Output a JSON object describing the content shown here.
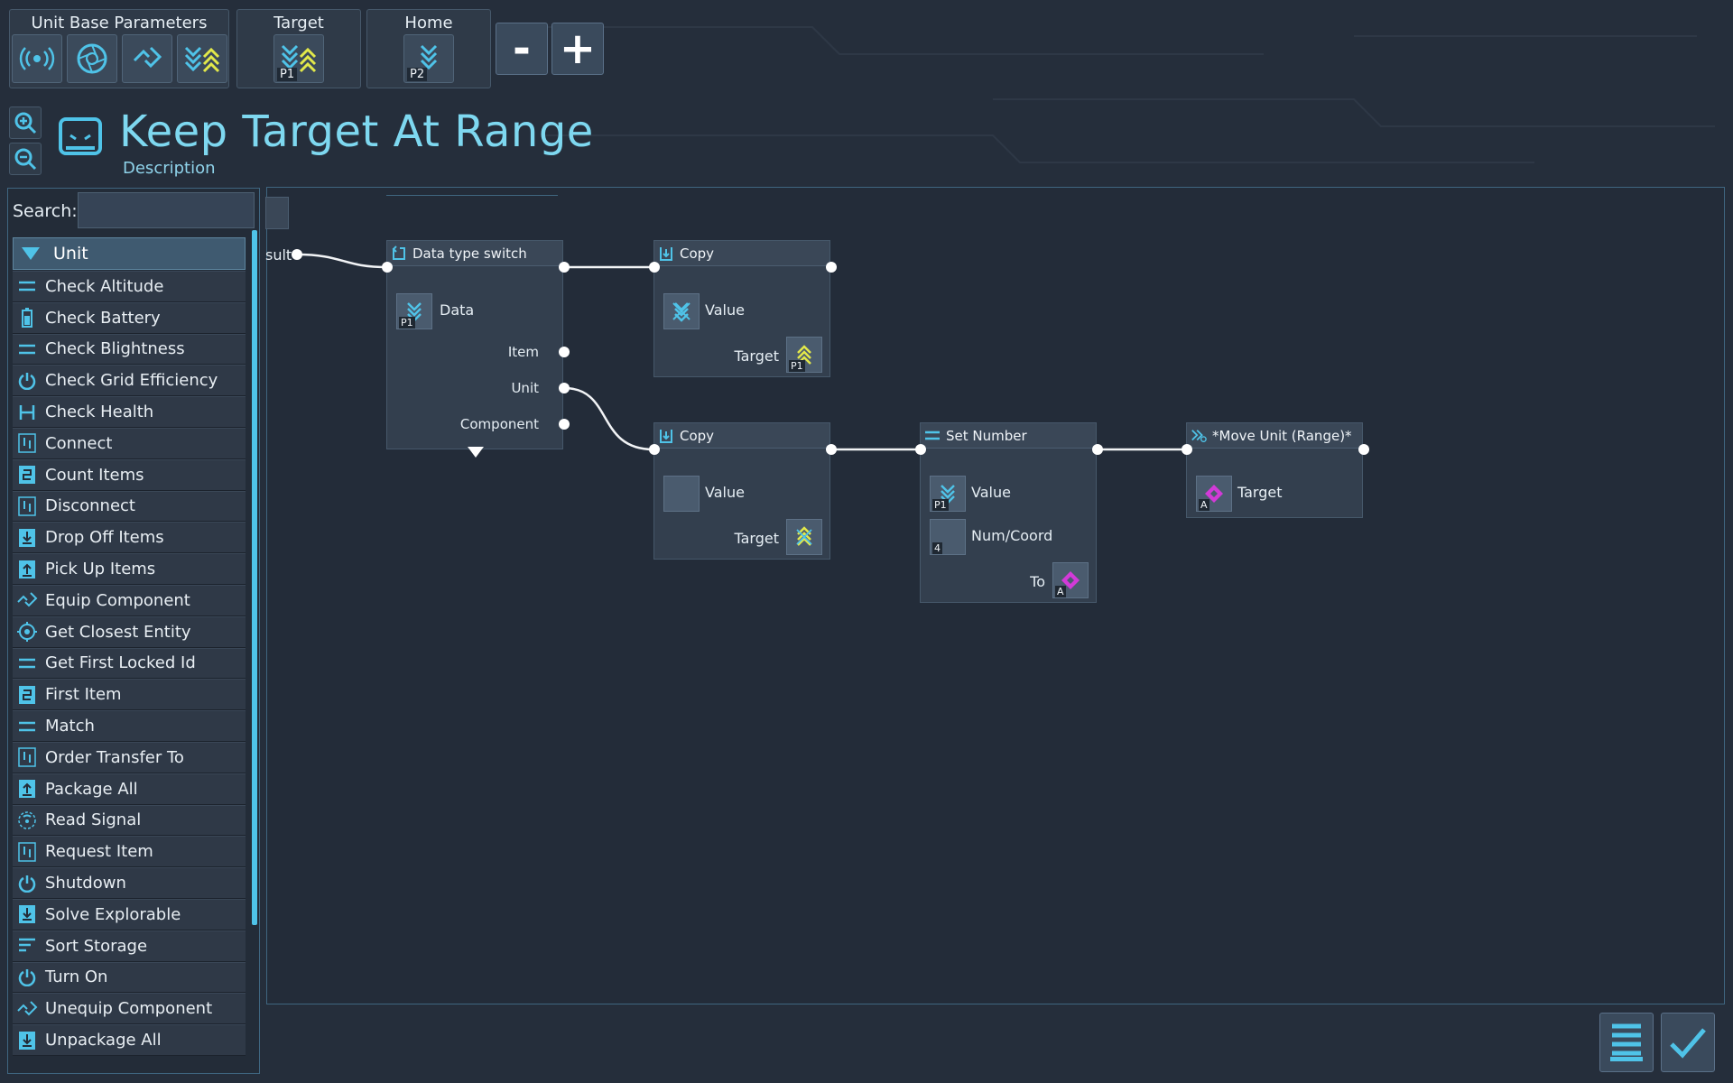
{
  "params": {
    "unit_base_title": "Unit Base Parameters",
    "target_title": "Target",
    "target_sub": "P1",
    "home_title": "Home",
    "home_sub": "P2",
    "minus_label": "-",
    "plus_label": "+"
  },
  "header": {
    "title": "Keep Target At Range",
    "description": "Description"
  },
  "sidebar": {
    "search_label": "Search:",
    "search_value": "",
    "category": "Unit",
    "items": [
      {
        "label": "Check Altitude",
        "icon": "lines-icon"
      },
      {
        "label": "Check Battery",
        "icon": "battery-icon"
      },
      {
        "label": "Check Blightness",
        "icon": "lines-icon"
      },
      {
        "label": "Check Grid Efficiency",
        "icon": "power-icon"
      },
      {
        "label": "Check Health",
        "icon": "health-icon"
      },
      {
        "label": "Connect",
        "icon": "connect-icon"
      },
      {
        "label": "Count Items",
        "icon": "count-icon"
      },
      {
        "label": "Disconnect",
        "icon": "connect-icon"
      },
      {
        "label": "Drop Off Items",
        "icon": "download-icon"
      },
      {
        "label": "Pick Up Items",
        "icon": "upload-icon"
      },
      {
        "label": "Equip Component",
        "icon": "link-icon"
      },
      {
        "label": "Get Closest Entity",
        "icon": "target-icon"
      },
      {
        "label": "Get First Locked Id",
        "icon": "lines-icon"
      },
      {
        "label": "First Item",
        "icon": "count-icon"
      },
      {
        "label": "Match",
        "icon": "lines-icon"
      },
      {
        "label": "Order Transfer To",
        "icon": "connect-icon"
      },
      {
        "label": "Package All",
        "icon": "upload-icon"
      },
      {
        "label": "Read Signal",
        "icon": "signal-icon"
      },
      {
        "label": "Request Item",
        "icon": "connect-icon"
      },
      {
        "label": "Shutdown",
        "icon": "power-icon"
      },
      {
        "label": "Solve Explorable",
        "icon": "download-icon"
      },
      {
        "label": "Sort Storage",
        "icon": "sort-icon"
      },
      {
        "label": "Turn On",
        "icon": "power-icon"
      },
      {
        "label": "Unequip Component",
        "icon": "link-icon"
      },
      {
        "label": "Unpackage All",
        "icon": "download-icon"
      }
    ]
  },
  "canvas": {
    "partial_label": "sult",
    "switch_node": {
      "title": "Data type switch",
      "data_label": "Data",
      "data_sub": "P1",
      "item_label": "Item",
      "unit_label": "Unit",
      "component_label": "Component"
    },
    "copy1": {
      "title": "Copy",
      "value_label": "Value",
      "target_label": "Target",
      "target_sub": "P1"
    },
    "copy2": {
      "title": "Copy",
      "value_label": "Value",
      "target_label": "Target"
    },
    "set_number": {
      "title": "Set Number",
      "value_label": "Value",
      "value_sub": "P1",
      "num_label": "Num/Coord",
      "num_value": "4",
      "to_label": "To",
      "to_sub": "A"
    },
    "move_unit": {
      "title": "*Move Unit (Range)*",
      "target_label": "Target",
      "target_sub": "A"
    }
  },
  "colors": {
    "accent_cyan": "#4fc3e8",
    "accent_yellow": "#e2e84a",
    "accent_magenta": "#d23ad8",
    "title_color": "#7ed8f0"
  }
}
